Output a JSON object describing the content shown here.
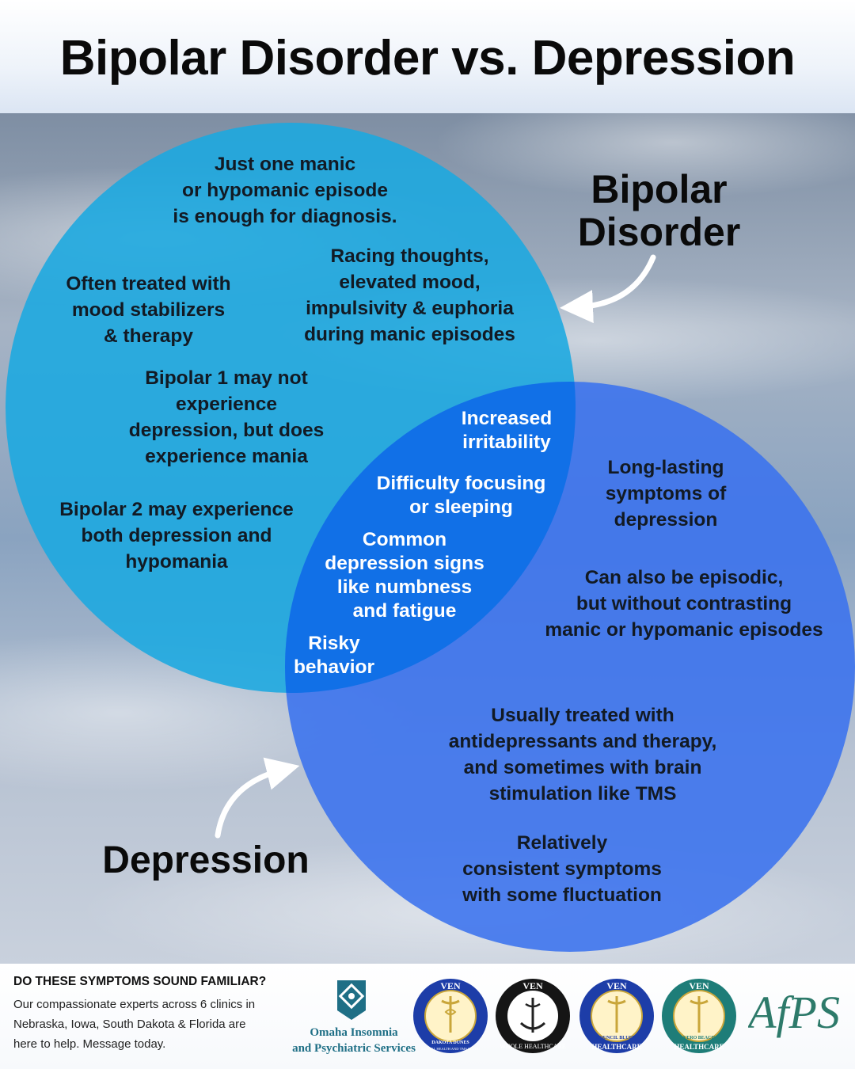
{
  "title": "Bipolar Disorder vs. Depression",
  "diagram": {
    "type": "venn",
    "sets": [
      {
        "label": "Bipolar\nDisorder",
        "color": "#1aa8e0"
      },
      {
        "label": "Depression",
        "color": "#3a72ee"
      }
    ],
    "intersection_color": "#0b6fe6"
  },
  "bipolar_items": [
    "Just one manic\nor hypomanic episode\nis enough for diagnosis.",
    "Racing thoughts,\nelevated mood,\nimpulsivity & euphoria\nduring manic episodes",
    "Often treated with\nmood stabilizers\n& therapy",
    "Bipolar 1 may not\nexperience\ndepression, but does\nexperience mania",
    "Bipolar 2 may experience\nboth depression and\nhypomania"
  ],
  "shared_items": [
    "Increased\nirritability",
    "Difficulty focusing\nor sleeping",
    "Common\ndepression signs\nlike numbness\nand fatigue",
    "Risky\nbehavior"
  ],
  "depression_items": [
    "Long-lasting\nsymptoms of\ndepression",
    "Can also be episodic,\nbut without contrasting\nmanic or hypomanic episodes",
    "Usually treated with\nantidepressants and therapy,\nand sometimes with brain\nstimulation like TMS",
    "Relatively\nconsistent symptoms\nwith some fluctuation"
  ],
  "footer": {
    "heading": "DO THESE SYMPTOMS SOUND FAMILIAR?",
    "body": "Our compassionate experts across 6 clinics in\nNebraska, Iowa, South Dakota & Florida are\nhere to help. Message today.",
    "logos": [
      {
        "name": "Omaha Insomnia\nand Psychiatric Services",
        "icon": "shield-logo-icon",
        "color": "#1f6f86"
      },
      {
        "top": "VEN",
        "middle": "DAKOTA DUNES",
        "bottom": "MENTAL HEALTH AND TMS CLINIC",
        "icon": "caduceus-icon",
        "color": "#1d3da8"
      },
      {
        "top": "VEN",
        "bottom": "WHOLE HEALTHCARE",
        "icon": "caduceus-hands-icon",
        "color": "#1a1a1a"
      },
      {
        "top": "VEN",
        "middle": "COUNCIL BLUFFS",
        "bottom": "HEALTHCARE",
        "icon": "caduceus-icon",
        "color": "#1d3da8"
      },
      {
        "top": "VEN",
        "middle": "VERO BEACH",
        "bottom": "HEALTHCARE",
        "icon": "caduceus-icon",
        "color": "#1e7d78"
      },
      {
        "text": "AfPS",
        "color": "#2d7a6a"
      }
    ]
  }
}
